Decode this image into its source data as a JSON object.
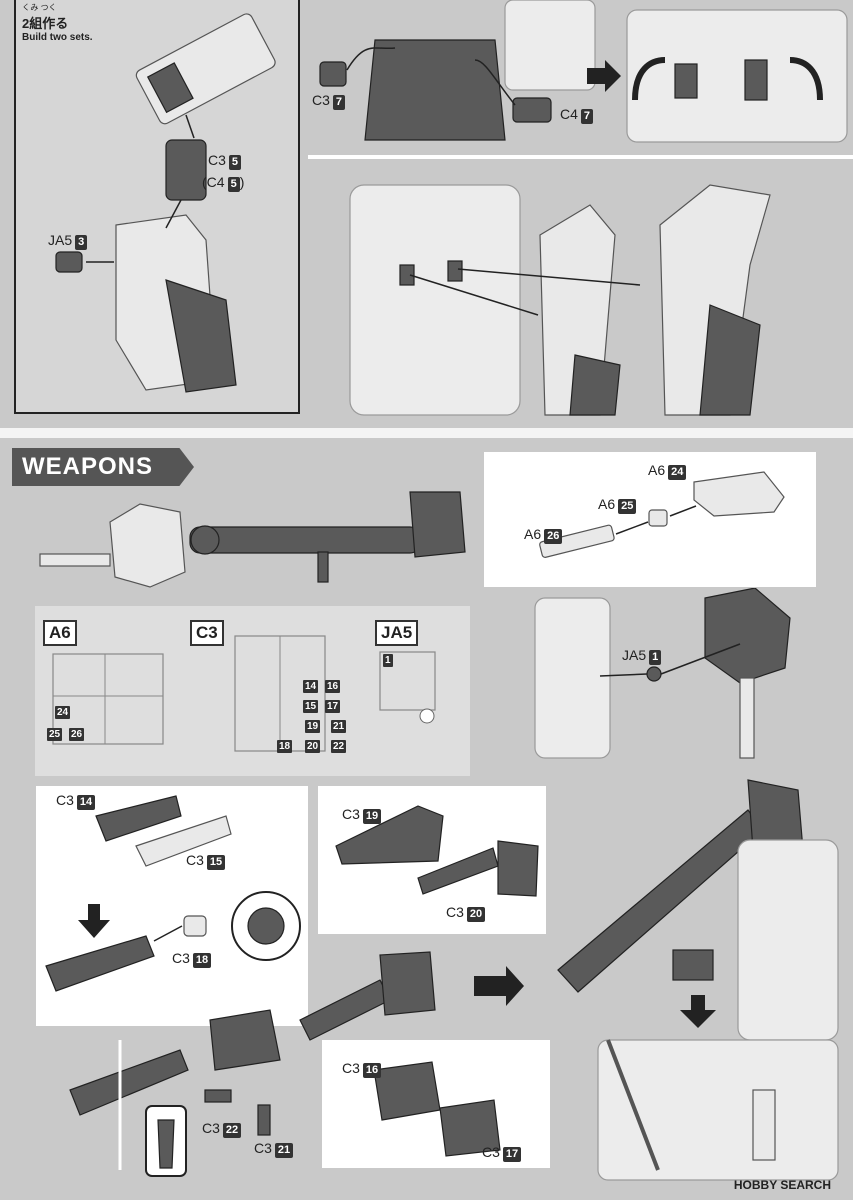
{
  "instructions": {
    "two_sets": {
      "furigana": "くみ つく",
      "title_ja": "2組作る",
      "title_en": "Build two sets."
    },
    "labels_top": {
      "c3_7": {
        "part": "C3",
        "num": "7"
      },
      "c4_7": {
        "part": "C4",
        "num": "7"
      },
      "c3_5": {
        "part": "C3",
        "num": "5"
      },
      "c4_5": {
        "part": "(C4",
        "num": "5",
        "close": ")"
      },
      "ja5_3": {
        "part": "JA5",
        "num": "3"
      }
    },
    "weapons_title": "WEAPONS",
    "labels_weapons": {
      "a6_24": {
        "part": "A6",
        "num": "24"
      },
      "a6_25": {
        "part": "A6",
        "num": "25"
      },
      "a6_26": {
        "part": "A6",
        "num": "26"
      },
      "ja5_1": {
        "part": "JA5",
        "num": "1"
      }
    },
    "runners": {
      "a6": {
        "name": "A6",
        "nums": [
          "24",
          "25",
          "26"
        ]
      },
      "c3": {
        "name": "C3",
        "nums": [
          "14",
          "16",
          "15",
          "17",
          "19",
          "21",
          "18",
          "20",
          "22"
        ]
      },
      "ja5": {
        "name": "JA5",
        "nums": [
          "1"
        ]
      }
    },
    "labels_bottom": {
      "c3_14": {
        "part": "C3",
        "num": "14"
      },
      "c3_15": {
        "part": "C3",
        "num": "15"
      },
      "c3_18": {
        "part": "C3",
        "num": "18"
      },
      "c3_19": {
        "part": "C3",
        "num": "19"
      },
      "c3_20": {
        "part": "C3",
        "num": "20"
      },
      "c3_16": {
        "part": "C3",
        "num": "16"
      },
      "c3_17": {
        "part": "C3",
        "num": "17"
      },
      "c3_22": {
        "part": "C3",
        "num": "22"
      },
      "c3_21": {
        "part": "C3",
        "num": "21"
      }
    },
    "watermark": "HOBBY SEARCH"
  }
}
